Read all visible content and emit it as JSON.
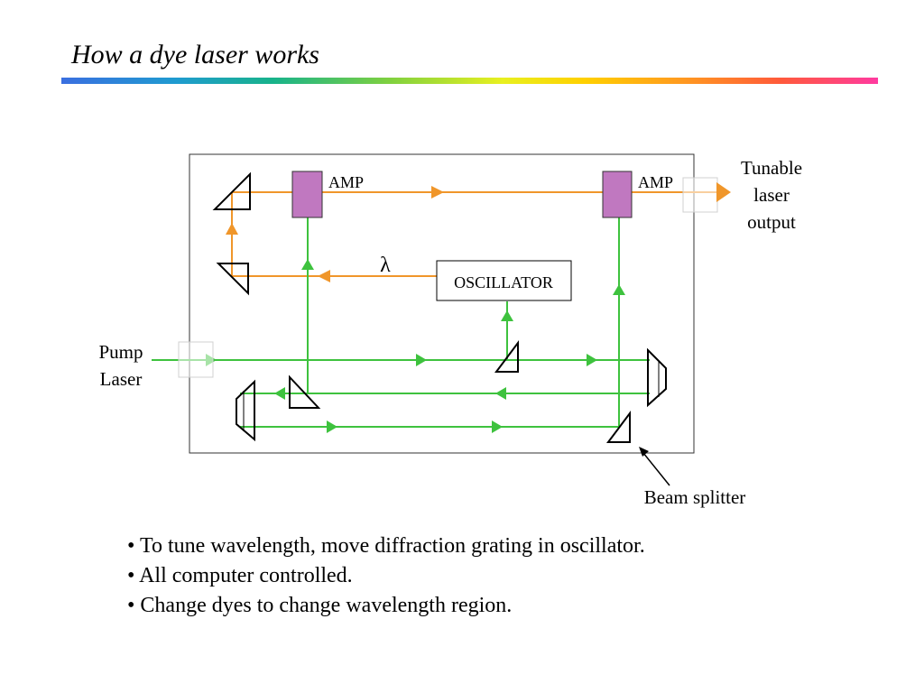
{
  "slide": {
    "title": "How a dye laser works"
  },
  "diagram": {
    "amp_labels": [
      "AMP",
      "AMP"
    ],
    "oscillator_label": "OSCILLATOR",
    "lambda_label": "λ",
    "output_label_lines": [
      "Tunable",
      "laser",
      "output"
    ],
    "pump_label_lines": [
      "Pump",
      "Laser"
    ],
    "beam_splitter_label": "Beam splitter",
    "colors": {
      "pump_beam": "#3ec23e",
      "dye_beam": "#f0962a",
      "amplifier": "#c078c0",
      "window": "#e4e4e4"
    }
  },
  "bullets": [
    "• To tune wavelength, move diffraction grating in oscillator.",
    "• All computer controlled.",
    "• Change dyes to change wavelength region."
  ]
}
